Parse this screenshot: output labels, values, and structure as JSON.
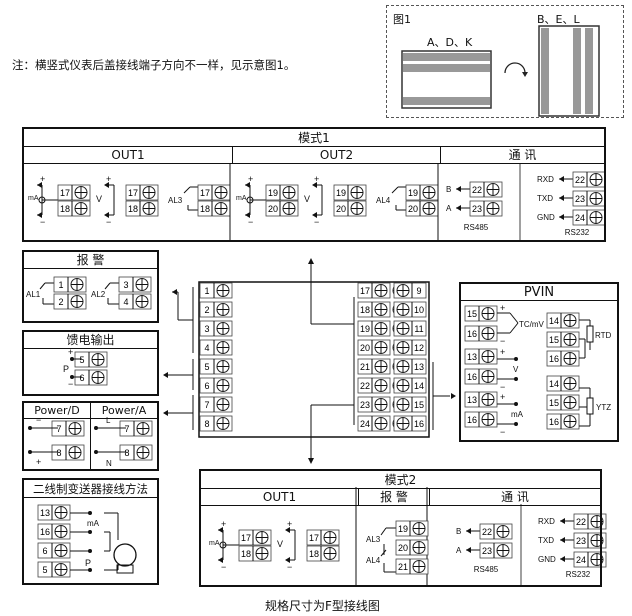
{
  "note": "注：横竖式仪表后盖接线端子方向不一样，见示意图1。",
  "figure1": {
    "title": "图1",
    "horizontal_label": "A、D、K",
    "vertical_label": "B、E、L"
  },
  "mode1": {
    "title": "模式1",
    "out1": {
      "title": "OUT1",
      "ma_label": "mA",
      "v_label": "V",
      "relay_label": "AL3",
      "terminals": [
        "17",
        "18"
      ]
    },
    "out2": {
      "title": "OUT2",
      "ma_label": "mA",
      "v_label": "V",
      "relay_label": "AL4",
      "terminals": [
        "19",
        "20"
      ]
    },
    "comm": {
      "title": "通  讯",
      "rs485": {
        "label": "RS485",
        "rows": [
          {
            "sig": "B",
            "term": "22"
          },
          {
            "sig": "A",
            "term": "23"
          }
        ]
      },
      "rs232": {
        "label": "RS232",
        "rows": [
          {
            "sig": "RXD",
            "term": "22"
          },
          {
            "sig": "TXD",
            "term": "23"
          },
          {
            "sig": "GND",
            "term": "24"
          }
        ]
      }
    }
  },
  "alarm": {
    "title": "报  警",
    "al1": "AL1",
    "al2": "AL2",
    "terminals": [
      "1",
      "2",
      "3",
      "4"
    ]
  },
  "feed": {
    "title": "馈电输出",
    "label": "P",
    "terminals": [
      "5",
      "6"
    ]
  },
  "power": {
    "d_title": "Power/D",
    "a_title": "Power/A",
    "d_signs": [
      "−",
      "+"
    ],
    "a_signs": [
      "L",
      "N"
    ],
    "terminals": [
      "7",
      "8"
    ]
  },
  "twowire": {
    "title": "二线制变送器接线方法",
    "terminals": [
      "13",
      "16",
      "6",
      "5"
    ],
    "ma_label": "mA",
    "p_label": "P"
  },
  "center": {
    "left_terminals": [
      "1",
      "2",
      "3",
      "4",
      "5",
      "6",
      "7",
      "8"
    ],
    "right_a": [
      "17",
      "18",
      "19",
      "20",
      "21",
      "22",
      "23",
      "24"
    ],
    "right_b": [
      "9",
      "10",
      "11",
      "12",
      "13",
      "14",
      "15",
      "16"
    ]
  },
  "pvin": {
    "title": "PVIN",
    "tc_label": "TC/mV",
    "v_label": "V",
    "ma_label": "mA",
    "rtd_label": "RTD",
    "ytz_label": "YTZ",
    "left_terminals": [
      "15",
      "16",
      "13",
      "16",
      "13",
      "16"
    ],
    "right_terminals": [
      "14",
      "15",
      "16",
      "14",
      "15",
      "16"
    ]
  },
  "mode2": {
    "title": "模式2",
    "out1": {
      "title": "OUT1",
      "ma_label": "mA",
      "v_label": "V",
      "terminals": [
        "17",
        "18"
      ]
    },
    "alarm": {
      "title": "报  警",
      "al3": "AL3",
      "al4": "AL4",
      "terminals": [
        "19",
        "20",
        "21"
      ]
    },
    "comm": {
      "title": "通  讯",
      "rs485": {
        "label": "RS485",
        "rows": [
          {
            "sig": "B",
            "term": "22"
          },
          {
            "sig": "A",
            "term": "23"
          }
        ]
      },
      "rs232": {
        "label": "RS232",
        "rows": [
          {
            "sig": "RXD",
            "term": "22"
          },
          {
            "sig": "TXD",
            "term": "23"
          },
          {
            "sig": "GND",
            "term": "24"
          }
        ]
      }
    }
  },
  "caption": "规格尺寸为F型接线图"
}
